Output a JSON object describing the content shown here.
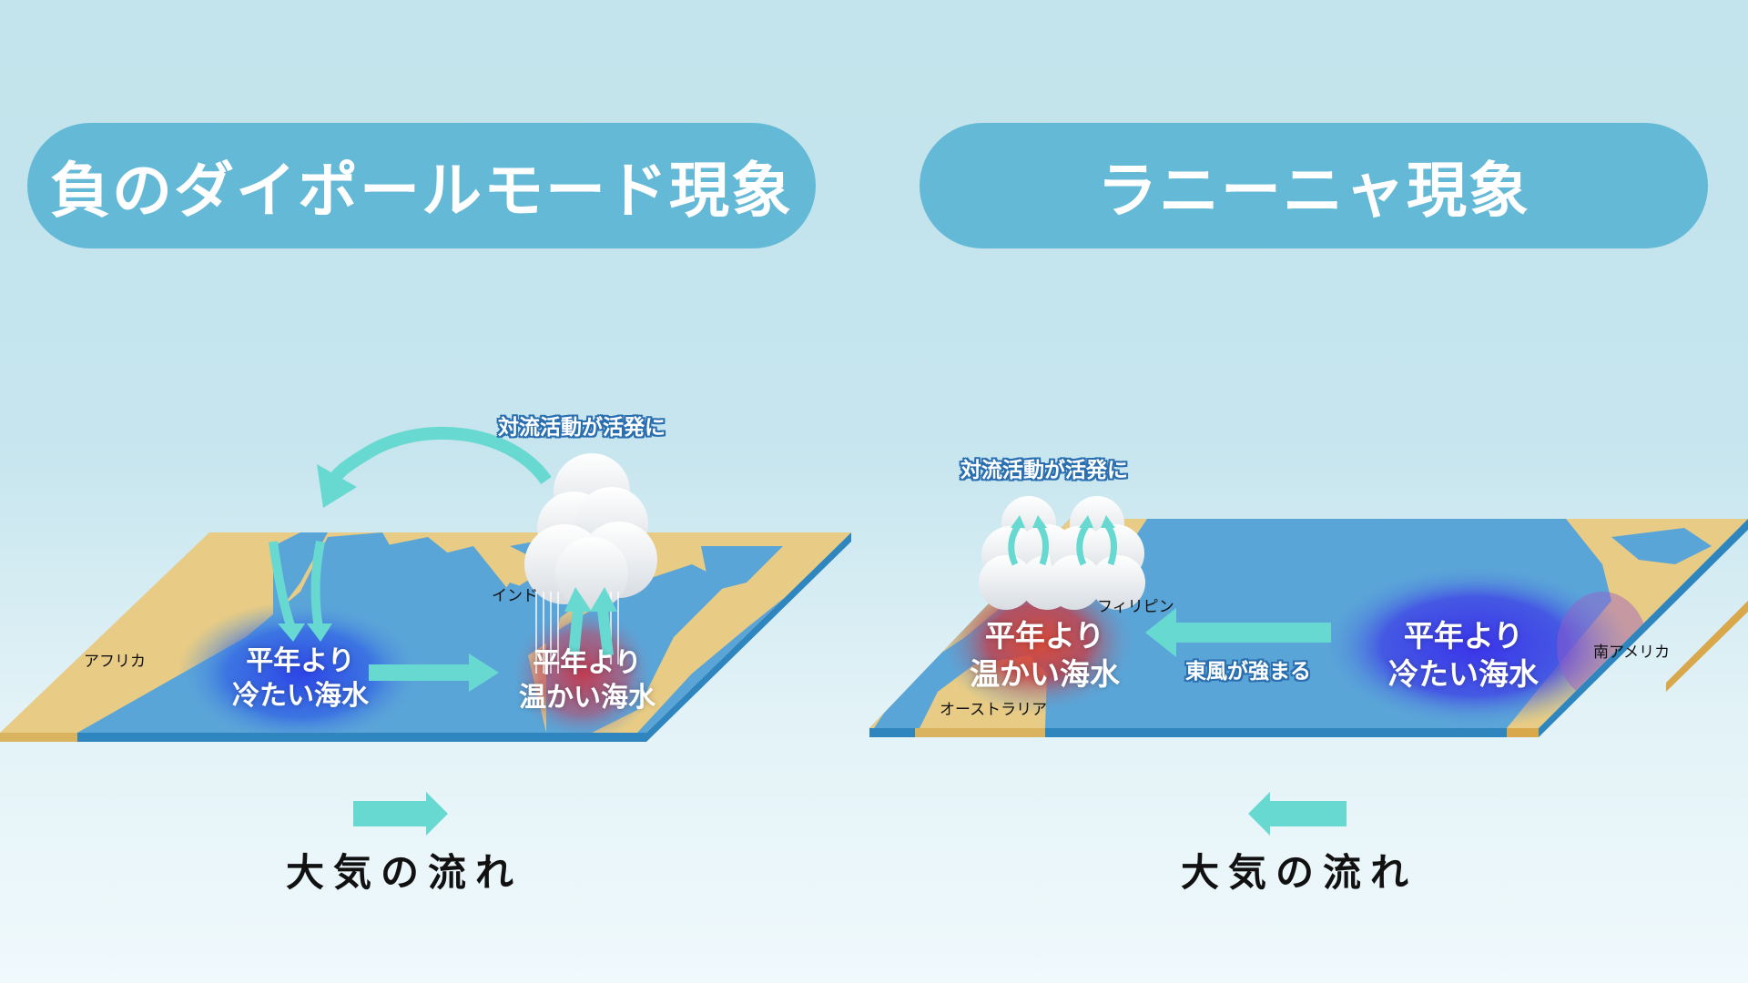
{
  "panels": [
    {
      "title": "負のダイポールモード現象",
      "convection_label": "対流活動が活発に",
      "regions": [
        "アフリカ",
        "インド"
      ],
      "cold_sea": {
        "line1": "平年より",
        "line2": "冷たい海水"
      },
      "warm_sea": {
        "line1": "平年より",
        "line2": "温かい海水"
      },
      "flow_label": "大気の流れ",
      "flow_direction": "right"
    },
    {
      "title": "ラニーニャ現象",
      "convection_label": "対流活動が活発に",
      "regions": [
        "フィリピン",
        "オーストラリア",
        "南アメリカ"
      ],
      "warm_sea": {
        "line1": "平年より",
        "line2": "温かい海水"
      },
      "cold_sea": {
        "line1": "平年より",
        "line2": "冷たい海水"
      },
      "wind_label": "東風が強まる",
      "flow_label": "大気の流れ",
      "flow_direction": "left"
    }
  ],
  "colors": {
    "title_pill": "#64b9d7",
    "ocean": "#5aa5d8",
    "land": "#e8cb84",
    "ocean_edge": "#2f85bd",
    "arrow": "#68d9d1",
    "cold": "#2f4fe6",
    "warm": "#d9443a",
    "callout_outline": "#2a6fb0"
  }
}
